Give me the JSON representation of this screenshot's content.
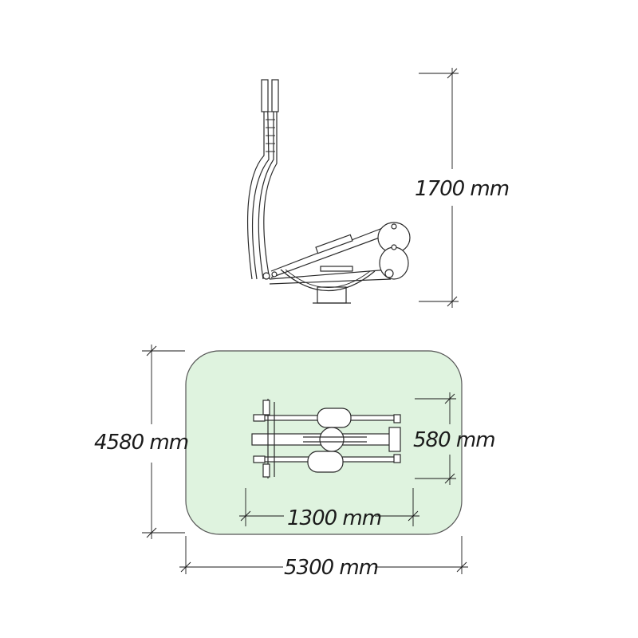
{
  "dimensions": {
    "height": "1700 mm",
    "area_depth": "4580 mm",
    "area_width": "5300 mm",
    "machine_length": "1300 mm",
    "machine_width": "580 mm"
  },
  "colors": {
    "safety_area_fill": "#dff3df",
    "safety_area_stroke": "#555555",
    "line": "#2a2a2a"
  }
}
